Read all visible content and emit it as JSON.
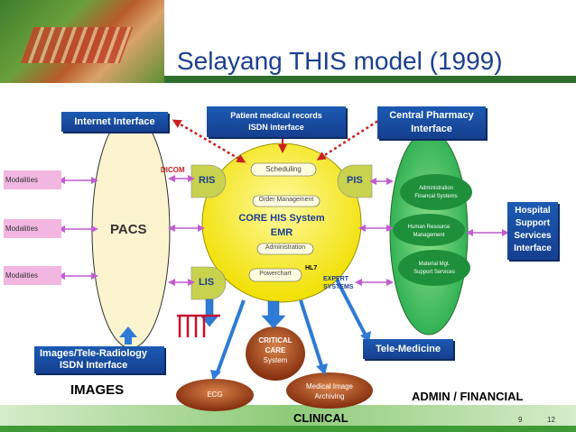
{
  "title": "Selayang THIS model (1999)",
  "page_number": "9",
  "page_total": "12",
  "left": {
    "internet_interface": "Internet Interface",
    "dicom": "DICOM",
    "modalities": [
      "Modalities",
      "Modalities",
      "Modalities"
    ],
    "pacs": "PACS",
    "images_teleradiology": [
      "Images/Tele-Radiology",
      "ISDN Interface"
    ],
    "images": "IMAGES"
  },
  "center": {
    "patient_records": [
      "Patient medical records",
      "ISDN interface"
    ],
    "scheduling": "Scheduling",
    "order_management": "Order Management",
    "core_his": [
      "CORE HIS System",
      "EMR"
    ],
    "administration": "Administration",
    "powerchart": "Powerchart",
    "hl7": "HL7",
    "ris": "RIS",
    "pis": "PIS",
    "lis": "LIS",
    "expert_systems": [
      "EXPERT",
      "SYSTEMS"
    ],
    "critical_care": [
      "CRITICAL",
      "CARE",
      "System"
    ],
    "ecg": "ECG",
    "medical_image": [
      "Medical Image",
      "Archiving"
    ],
    "clinical": "CLINICAL"
  },
  "right": {
    "central_pharmacy": [
      "Central Pharmacy",
      "Interface"
    ],
    "admin_financial_systems": [
      "Administration",
      "Financal Systems"
    ],
    "human_resource": [
      "Human Resource",
      "Management"
    ],
    "material_mgt": [
      "Material Mgt.",
      "Support Services"
    ],
    "hospital_support": [
      "Hospital",
      "Support",
      "Services",
      "Interface"
    ],
    "tele_medicine": "Tele-Medicine",
    "admin_financial": "ADMIN / FINANCIAL"
  },
  "colors": {
    "title": "#1b3f91",
    "blue_box": "#1b5ab3",
    "core_fill": "#f4e600",
    "pacs_fill": "#fbf4cf",
    "admin_fill": "#22b14c",
    "admin_node": "#1e8f3a",
    "arrow_magenta": "#c25dd0",
    "arrow_red_dotted": "#cc1f1f",
    "arrow_blue": "#2e7bd6",
    "brown_node": "#8b2a10",
    "modality_pink": "#f2b6e1"
  }
}
